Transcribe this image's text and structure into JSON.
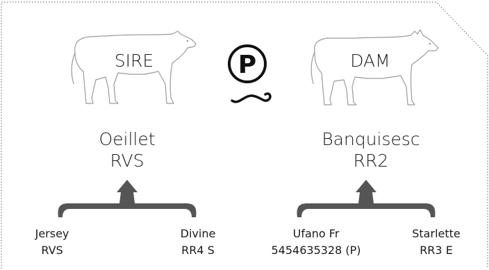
{
  "sire": {
    "label": "SIRE",
    "name": "Oeillet",
    "code": "RVS",
    "parents": [
      {
        "name": "Jersey",
        "code": "RVS"
      },
      {
        "name": "Divine",
        "code": "RR4 S"
      }
    ]
  },
  "dam": {
    "label": "DAM",
    "name": "Banquisesc",
    "code": "RR2",
    "parents": [
      {
        "name": "Ufano Fr",
        "code": "5454635328 (P)"
      },
      {
        "name": "Starlette",
        "code": "RR3 E"
      }
    ]
  },
  "badge": {
    "letter": "P"
  },
  "colors": {
    "arrow": "#555555",
    "outline": "#9a9a9a",
    "border": "#777777",
    "text": "#1a1a1a"
  }
}
